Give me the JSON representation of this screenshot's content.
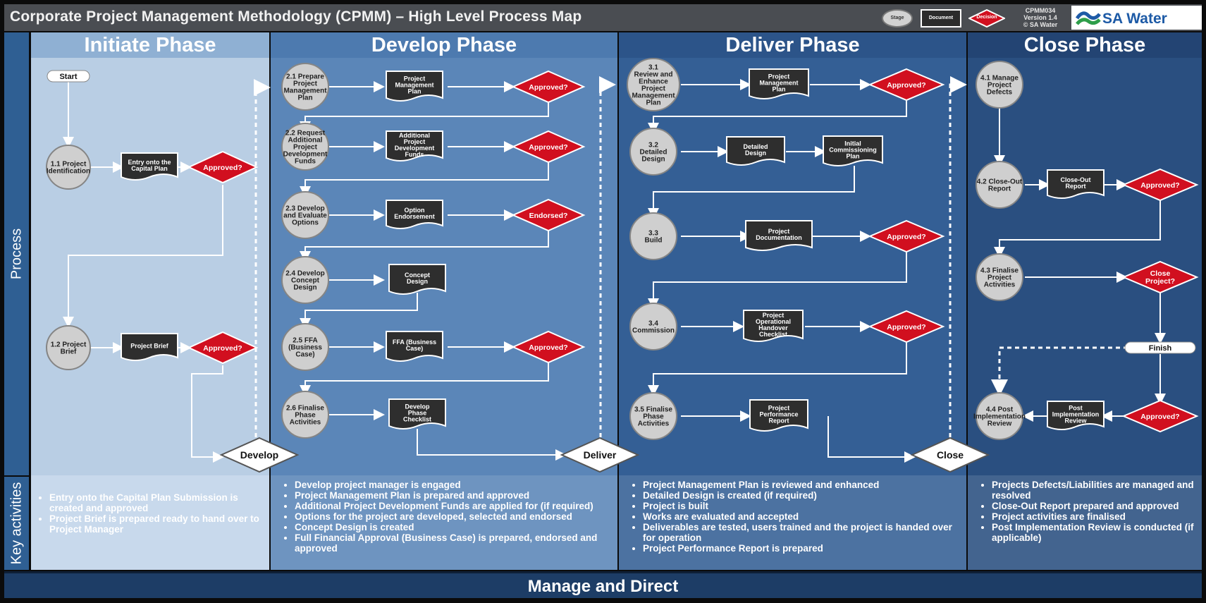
{
  "header": {
    "title": "Corporate Project Management Methodology (CPMM) – High Level Process Map",
    "legend": {
      "stage": "Stage",
      "document": "Document",
      "decision": "Decision"
    },
    "version": [
      "CPMM034",
      "Version 1.4",
      "© SA Water"
    ],
    "logo_text": "SA Water"
  },
  "side_labels": {
    "process": "Process",
    "key_activities": "Key activities"
  },
  "footer": {
    "label": "Manage and Direct"
  },
  "colors": {
    "decision": "#d10f1f",
    "stage": "#cfcfcf",
    "document": "#2e2e2e",
    "initiate_bg": "#b9cee4",
    "develop_bg": "#5b86b8",
    "deliver_bg": "#345f95",
    "close_bg": "#2a4f80"
  },
  "phases": {
    "initiate": {
      "title": "Initiate Phase",
      "key_activities": [
        "Entry onto the Capital Plan Submission is created and approved",
        "Project Brief is prepared ready to hand over to Project Manager"
      ]
    },
    "develop": {
      "title": "Develop Phase",
      "key_activities": [
        "Develop project manager is engaged",
        "Project Management Plan is prepared and approved",
        "Additional Project Development Funds are applied for (if required)",
        "Options for the project are developed, selected and endorsed",
        "Concept Design is created",
        "Full Financial Approval (Business Case) is prepared, endorsed and approved"
      ]
    },
    "deliver": {
      "title": "Deliver Phase",
      "key_activities": [
        "Project Management Plan is reviewed and enhanced",
        "Detailed Design is created (if required)",
        "Project is built",
        "Works are evaluated and accepted",
        "Deliverables are tested, users trained and the project is handed over for operation",
        "Project Performance Report is prepared"
      ]
    },
    "close": {
      "title": "Close Phase",
      "key_activities": [
        "Projects Defects/Liabilities are managed and resolved",
        "Close-Out Report prepared and approved",
        "Project activities are finalised",
        "Post Implementation Review is conducted (if applicable)"
      ]
    }
  },
  "flow": {
    "terminals": {
      "start": "Start",
      "finish": "Finish"
    },
    "gates": {
      "develop": "Develop",
      "deliver": "Deliver",
      "close": "Close"
    },
    "stages": {
      "s1_1": [
        "1.1 Project",
        "Identification"
      ],
      "s1_2": [
        "1.2 Project",
        "Brief"
      ],
      "s2_1": [
        "2.1 Prepare",
        "Project",
        "Management",
        "Plan"
      ],
      "s2_2": [
        "2.2 Request",
        "Additional",
        "Project",
        "Development",
        "Funds"
      ],
      "s2_3": [
        "2.3 Develop",
        "and Evaluate",
        "Options"
      ],
      "s2_4": [
        "2.4 Develop",
        "Concept",
        "Design"
      ],
      "s2_5": [
        "2.5 FFA",
        "(Business",
        "Case)"
      ],
      "s2_6": [
        "2.6 Finalise",
        "Phase",
        "Activities"
      ],
      "s3_1": [
        "3.1",
        "Review and",
        "Enhance",
        "Project",
        "Management",
        "Plan"
      ],
      "s3_2": [
        "3.2",
        "Detailed",
        "Design"
      ],
      "s3_3": [
        "3.3",
        "Build"
      ],
      "s3_4": [
        "3.4",
        "Commission"
      ],
      "s3_5": [
        "3.5 Finalise",
        "Phase",
        "Activities"
      ],
      "s4_1": [
        "4.1 Manage",
        "Project",
        "Defects"
      ],
      "s4_2": [
        "4.2 Close-Out",
        "Report"
      ],
      "s4_3": [
        "4.3 Finalise",
        "Project",
        "Activities"
      ],
      "s4_4": [
        "4.4 Post",
        "Implementation",
        "Review"
      ]
    },
    "documents": {
      "d1_1": [
        "Entry onto the",
        "Capital Plan"
      ],
      "d1_2": [
        "Project Brief"
      ],
      "d2_1": [
        "Project",
        "Management",
        "Plan"
      ],
      "d2_2": [
        "Additional",
        "Project",
        "Development",
        "Funds"
      ],
      "d2_3": [
        "Option",
        "Endorsement"
      ],
      "d2_4": [
        "Concept",
        "Design"
      ],
      "d2_5": [
        "FFA (Business",
        "Case)"
      ],
      "d2_6": [
        "Develop",
        "Phase",
        "Checklist"
      ],
      "d3_1": [
        "Project",
        "Management",
        "Plan"
      ],
      "d3_2a": [
        "Detailed",
        "Design"
      ],
      "d3_2b": [
        "Initial",
        "Commissioning",
        "Plan"
      ],
      "d3_3": [
        "Project",
        "Documentation"
      ],
      "d3_4": [
        "Project",
        "Operational",
        "Handover",
        "Checklist"
      ],
      "d3_5": [
        "Project",
        "Performance",
        "Report"
      ],
      "d4_2": [
        "Close-Out",
        "Report"
      ],
      "d4_4": [
        "Post",
        "Implementation",
        "Review"
      ]
    },
    "decisions": {
      "q1_1": "Approved?",
      "q1_2": "Approved?",
      "q2_1": "Approved?",
      "q2_2": "Approved?",
      "q2_3": "Endorsed?",
      "q2_5": "Approved?",
      "q3_1": "Approved?",
      "q3_3": "Approved?",
      "q3_4": "Approved?",
      "q4_2": "Approved?",
      "q4_3": [
        "Close",
        "Project?"
      ],
      "q4_4": "Approved?"
    }
  }
}
